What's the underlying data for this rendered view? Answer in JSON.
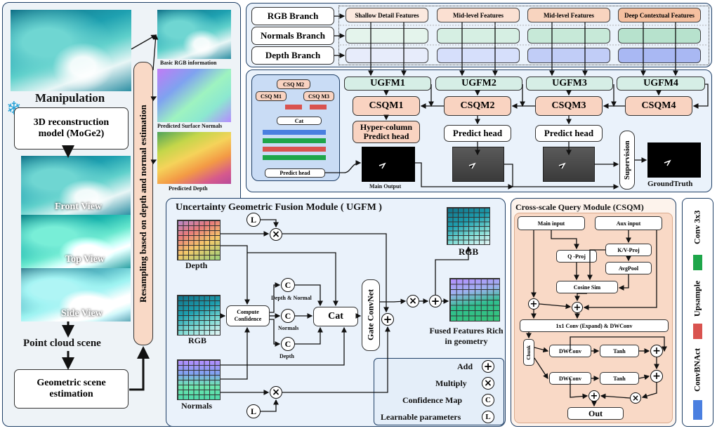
{
  "left": {
    "manipulation": "Manipulation",
    "snowflake": "❄",
    "recon_box": "3D reconstruction model (MoGe2)",
    "front_view": "Front View",
    "top_view": "Top View",
    "side_view": "Side View",
    "point_cloud": "Point cloud scene",
    "geo_box": "Geometric scene estimation",
    "resample": "Resampling based on depth and normal estimation",
    "rgb_info": "Basic RGB information",
    "normals_caption": "Predicted Surface Normals",
    "depth_caption": "Predicted Depth"
  },
  "branches": {
    "rgb": "RGB Branch",
    "normals": "Normals Branch",
    "depth": "Depth Branch",
    "features": [
      "Shallow Detail Features",
      "Mid-level Features",
      "Mid-level Features",
      "Deep Contextual Features"
    ]
  },
  "decoder": {
    "ugfm": [
      "UGFM1",
      "UGFM2",
      "UGFM3",
      "UGFM4"
    ],
    "csqm": [
      "CSQM1",
      "CSQM2",
      "CSQM3",
      "CSQM4"
    ],
    "hyper_head": "Hyper-column Predict head",
    "predict_head": "Predict head",
    "main_output": "Main Output",
    "supervision": "Supervision",
    "ground_truth": "GroundTruth",
    "inset": {
      "m1": "CSQ M1",
      "m2": "CSQ M2",
      "m3": "CSQ M3",
      "cat": "Cat",
      "predict_head": "Predict head"
    }
  },
  "ugfm_panel": {
    "title": "Uncertainty Geometric Fusion Module ( UGFM )",
    "depth": "Depth",
    "rgb": "RGB",
    "normals": "Normals",
    "compute_conf": "Compute Confidence",
    "c": "C",
    "l": "L",
    "depth_normal": "Depth & Normal",
    "normals_small": "Normals",
    "depth_small": "Depth",
    "cat": "Cat",
    "gate": "Gate ConvNet",
    "rgb_out": "RGB",
    "fused": "Fused Features Rich in geometry"
  },
  "legend": {
    "add": "Add",
    "multiply": "Multiply",
    "confidence": "Confidence Map",
    "learnable": "Learnable parameters",
    "add_sym": "+",
    "mul_sym": "×",
    "conf_sym": "C",
    "learn_sym": "L"
  },
  "csqm_panel": {
    "title": "Cross-scale Query Module (CSQM)",
    "main_input": "Main input",
    "aux_input": "Aux input",
    "q_proj": "Q -Proj",
    "kv_proj": "K/V-Proj",
    "avgpool": "AvgPool",
    "cosine": "Cosine Sim",
    "conv_expand": "1x1 Conv (Expand) & DWConv",
    "chunk": "Chunk",
    "dwconv": "DWConv",
    "tanh": "Tanh",
    "out": "Out"
  },
  "right_legend": {
    "conv": "Conv 3x3",
    "upsample": "Upsample",
    "convbnact": "ConvBNAct"
  },
  "colors": {
    "panel_border": "#1f3f66",
    "ugfm": "#d6eee6",
    "csqm": "#f9d3c1",
    "conv": "#1ea64a",
    "upsample": "#d9534f",
    "convbnact": "#4a7fe0"
  }
}
